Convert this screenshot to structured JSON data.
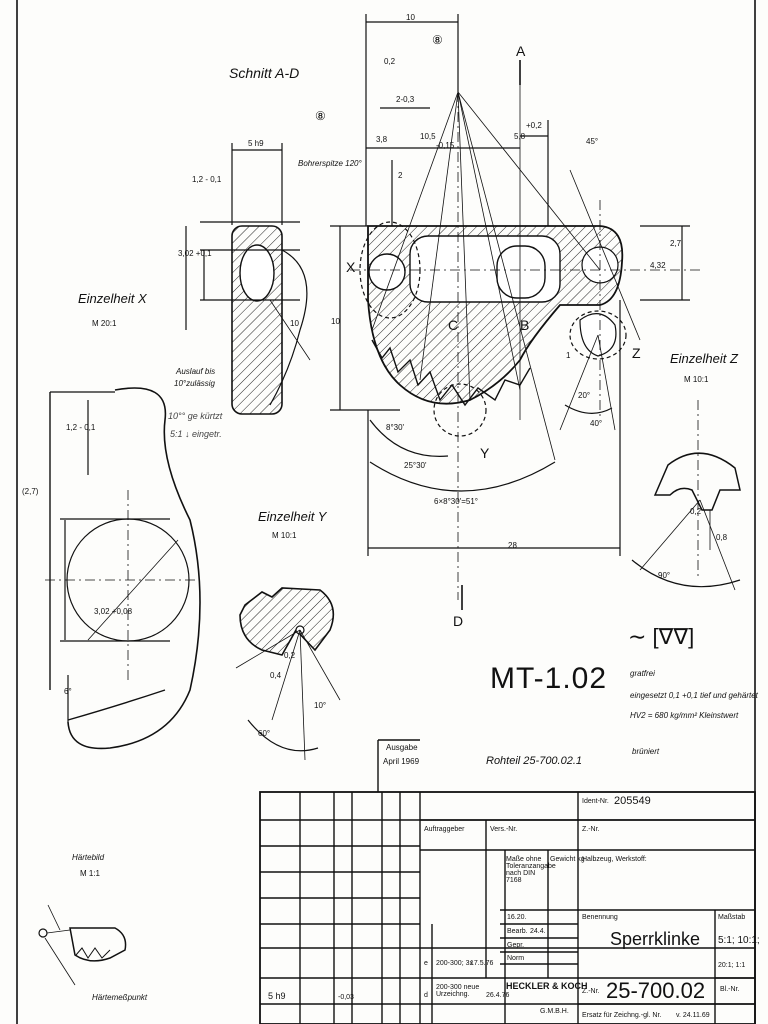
{
  "section_title": "Schnitt A-D",
  "details": {
    "x_title": "Einzelheit X",
    "x_scale": "M 20:1",
    "y_title": "Einzelheit Y",
    "y_scale": "M 10:1",
    "z_title": "Einzelheit Z",
    "z_scale": "M 10:1",
    "haertebild_title": "Härtebild",
    "haertebild_scale": "M 1:1",
    "haertemesspunkt": "Härtemeßpunkt"
  },
  "callouts": {
    "bohrerspitze": "Bohrerspitze 120°",
    "auslauf": "Auslauf bis",
    "auslauf_2": "10°zulässig",
    "handwritten_note_1": "10°° ge kürtzt",
    "handwritten_note_2": "5:1 ↓ eingetr.",
    "circle_8": "⑧"
  },
  "markers": {
    "a": "A",
    "d": "D",
    "x": "X",
    "y": "Y",
    "z": "Z",
    "b": "B",
    "c": "C"
  },
  "dimensions": {
    "d10_top": "10",
    "d02": "0,2",
    "d2_03": "2-0,3",
    "d3_8": "3,8",
    "d10_5": "10,5",
    "d0_15": "-0,15",
    "d5_8": "5,8",
    "d0_2": "+0,2",
    "d45": "45°",
    "d2": "2",
    "d5h9": "5 h9",
    "d1_2": "1,2 - 0,1",
    "d3_02": "3,02 +0,1",
    "d10_left": "10",
    "d10_section": "10",
    "d4_32": "4,32",
    "d2_7": "2,7",
    "d1": "1",
    "d20": "20°",
    "d40": "40°",
    "d8_30": "8°30'",
    "d25_30": "25°30'",
    "d6x8": "6×8°30'=51°",
    "d28": "28",
    "dx_12": "1,2 - 0,1",
    "dx_27": "(2,7)",
    "dx_302": "3,02 +0,08",
    "dx_6": "6°",
    "dy_04": "0,4",
    "dy_02": "0,2",
    "dy_10": "10°",
    "dy_60": "60°",
    "dz_02": "0,2",
    "dz_08": "0,8",
    "dz_90": "90°"
  },
  "part": {
    "number_big": "MT-1.02",
    "surface_symbol": "∼ [∇∇]",
    "note_1": "gratfrei",
    "note_2": "eingesetzt 0,1 +0,1 tief und gehärtet",
    "note_3": "HV2 = 680 kg/mm² Kleinstwert",
    "note_4": "brüniert",
    "rohteil": "Rohteil  25-700.02.1",
    "ausgabe": "Ausgabe",
    "ausgabe_date": "April 1969"
  },
  "title_block": {
    "ident_label": "Ident-Nr.",
    "ident_value": "205549",
    "auftragsgeber": "Auftraggeber",
    "vers_nr": "Vers.-Nr.",
    "z_nr": "Z.-Nr.",
    "masse": "Maße ohne Toleranzangabe nach DIN 7168",
    "gewicht": "Gewicht kg",
    "werkstoff": "Halbzeug, Werkstoff:",
    "benennung": "Benennung",
    "part_name": "Sperrklinke",
    "massstab_label": "Maßstab",
    "massstab": "5:1; 10:1;",
    "massstab_2": "20:1; 1:1",
    "row_e_text": "200-300; 3x",
    "row_e_num": "17.5.76",
    "row_d_text": "200-300 neue Urzeichng.",
    "row_d_num": "26.4.76",
    "row_d_letter": "d",
    "row_e_letter": "e",
    "size_5h9": "5 h9",
    "size_003": "-0,03",
    "datum": "16.20.",
    "bearb": "Bearb.",
    "gepr": "Gepr.",
    "norm": "Norm",
    "bearb_date": "24.4.",
    "company": "HECKLER & KOCH",
    "gmbh": "G.M.B.H.",
    "z_nr_label": "Z.-Nr.",
    "drawing_number": "25-700.02",
    "ersatz": "Ersatz für Zeichng.-gl. Nr.",
    "ersatz_date": "v. 24.11.69",
    "blatt": "Bl.-Nr."
  }
}
